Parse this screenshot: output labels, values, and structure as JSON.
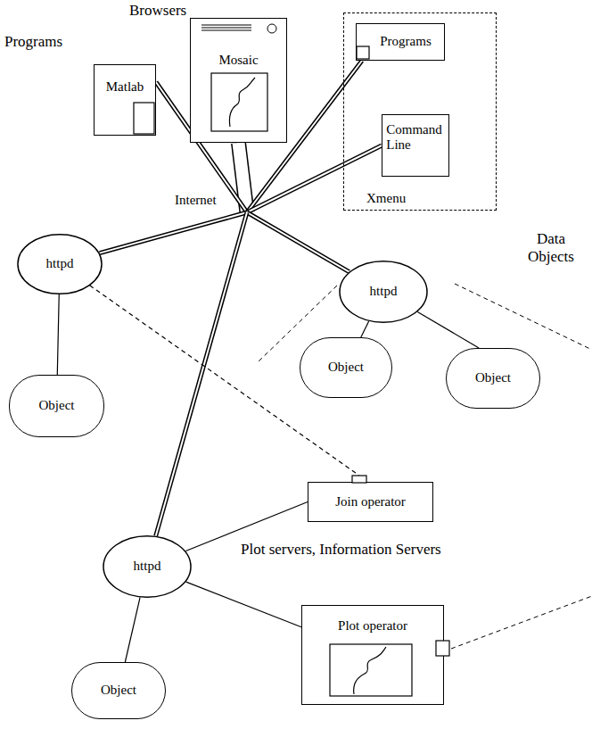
{
  "diagram": {
    "nodes": [
      {
        "text": [
          "Xmenu"
        ]
      },
      {
        "text": [
          "Programs"
        ],
        "in": 0
      },
      {
        "text": [
          "Command Line"
        ],
        "in": 0
      },
      {
        "text": [
          "Mosaic"
        ]
      },
      {
        "text": [
          "Matlab"
        ]
      },
      {
        "text": [
          "Internet"
        ]
      },
      {
        "text": [
          "httpd"
        ]
      },
      {
        "text": [
          "httpd"
        ]
      },
      {
        "text": [
          "Object"
        ]
      },
      {
        "text": [
          "Object"
        ]
      },
      {
        "text": [
          "Object"
        ]
      },
      {
        "text": [
          "Join operator"
        ]
      },
      {
        "text": [
          "httpd"
        ]
      },
      {
        "text": [
          "Plot operator"
        ]
      },
      {
        "text": [
          "Object"
        ]
      }
    ],
    "edges": [
      {
        "from": 5,
        "to": 3,
        "arrow": "none"
      },
      {
        "from": 5,
        "to": 4,
        "arrow": "none"
      },
      {
        "from": 5,
        "to": 1,
        "arrow": "none"
      },
      {
        "from": 5,
        "to": 2,
        "arrow": "none"
      },
      {
        "from": 5,
        "to": 6,
        "arrow": "none"
      },
      {
        "from": 5,
        "to": 7,
        "arrow": "none"
      },
      {
        "from": 5,
        "to": 12,
        "arrow": "none"
      },
      {
        "from": 6,
        "to": 10,
        "arrow": "none"
      },
      {
        "from": 6,
        "to": 11,
        "arrow": "none"
      },
      {
        "from": 7,
        "to": 8,
        "arrow": "none"
      },
      {
        "from": 7,
        "to": 9,
        "arrow": "none"
      },
      {
        "from": 12,
        "to": 11,
        "arrow": "none"
      },
      {
        "from": 12,
        "to": 13,
        "arrow": "none"
      },
      {
        "from": 12,
        "to": 14,
        "arrow": "none"
      }
    ],
    "labels": [
      "Browsers",
      "Programs",
      "Data Objects",
      "Plot servers, Information Servers"
    ]
  }
}
